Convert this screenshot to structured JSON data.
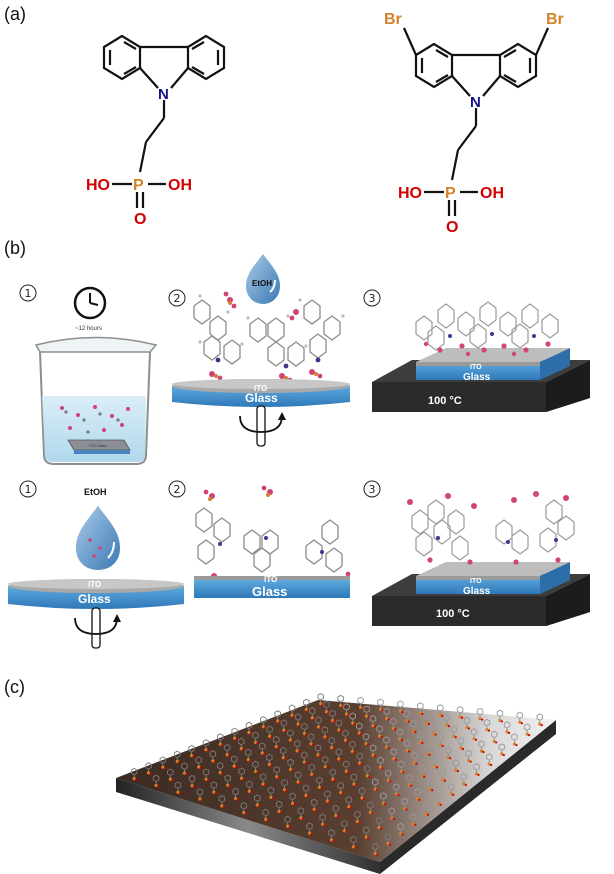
{
  "panels": {
    "a": "(a)",
    "b": "(b)",
    "c": "(c)"
  },
  "molecule_left": {
    "n": "N",
    "p": "P",
    "ho": "HO",
    "oh": "OH",
    "o": "O"
  },
  "molecule_right": {
    "br_left": "Br",
    "br_right": "Br",
    "n": "N",
    "p": "P",
    "ho": "HO",
    "oh": "OH",
    "o": "O"
  },
  "row1": {
    "step1": "1",
    "step2": "2",
    "step3": "3",
    "clock_caption": "~12 hours",
    "drop_label": "EtOH",
    "ito_label": "ITO",
    "glass_label": "Glass",
    "beaker_slide_label": "ITO Glass",
    "hotplate_label": "100 °C"
  },
  "row2": {
    "step1": "1",
    "step2": "2",
    "step3": "3",
    "drop_label": "EtOH",
    "ito_label": "ITO",
    "glass_label": "Glass",
    "hotplate_label": "100 °C"
  },
  "colors": {
    "phosphorus": "#d4822a",
    "nitrogen": "#12128a",
    "oxygen": "#d40000",
    "bromine": "#d4822a",
    "glass": "#3d8fd0",
    "ito": "#b5b5b5",
    "hotplate": "#2b2b2b"
  }
}
